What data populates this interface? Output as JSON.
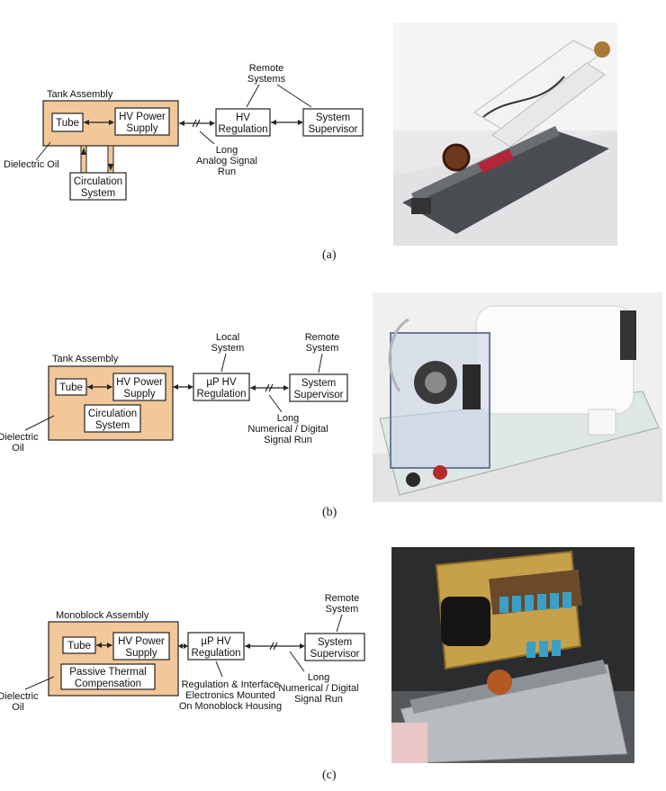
{
  "colors": {
    "tank_fill": "#F2C79A",
    "box_stroke": "#222222",
    "line": "#222222"
  },
  "panels": [
    {
      "caption": "(a)",
      "assembly_title": "Tank Assembly",
      "tube": "Tube",
      "hv_power_supply": [
        "HV Power",
        "Supply"
      ],
      "circulation_system": [
        "Circulation",
        "System"
      ],
      "dielectric_oil": [
        "Dielectric Oil"
      ],
      "hv_regulation": [
        "HV",
        "Regulation"
      ],
      "system_supervisor": [
        "System",
        "Supervisor"
      ],
      "remote_systems": [
        "Remote",
        "Systems"
      ],
      "run_label": [
        "Long",
        "Analog Signal",
        "Run"
      ],
      "photo": "dark gray chassis with white elongated tank, copper toroid and red terminal block"
    },
    {
      "caption": "(b)",
      "assembly_title": "Tank Assembly",
      "tube": "Tube",
      "hv_power_supply": [
        "HV Power",
        "Supply"
      ],
      "circulation_system": [
        "Circulation",
        "System"
      ],
      "dielectric_oil": [
        "Dielectric",
        "Oil"
      ],
      "hv_regulation": [
        "µP HV",
        "Regulation"
      ],
      "local_system": [
        "Local",
        "System"
      ],
      "system_supervisor": [
        "System",
        "Supervisor"
      ],
      "remote_system": [
        "Remote",
        "System"
      ],
      "run_label": [
        "Long",
        "Numerical / Digital",
        "Signal Run"
      ],
      "photo": "white tank on clear base plate with transparent acrylic housing and hose"
    },
    {
      "caption": "(c)",
      "assembly_title": "Monoblock Assembly",
      "tube": "Tube",
      "hv_power_supply": [
        "HV Power",
        "Supply"
      ],
      "passive_thermal": [
        "Passive Thermal",
        "Compensation"
      ],
      "dielectric_oil": [
        "Dielectric",
        "Oil"
      ],
      "hv_regulation": [
        "µP HV",
        "Regulation"
      ],
      "mount_note": [
        "Regulation & Interface",
        "Electronics Mounted",
        "On Monoblock Housing"
      ],
      "system_supervisor": [
        "System",
        "Supervisor"
      ],
      "remote_system": [
        "Remote",
        "System"
      ],
      "run_label": [
        "Long",
        "Numerical / Digital",
        "Signal Run"
      ],
      "photo": "open metal monoblock housing with circuit board, blue capacitors and black transformer"
    }
  ]
}
